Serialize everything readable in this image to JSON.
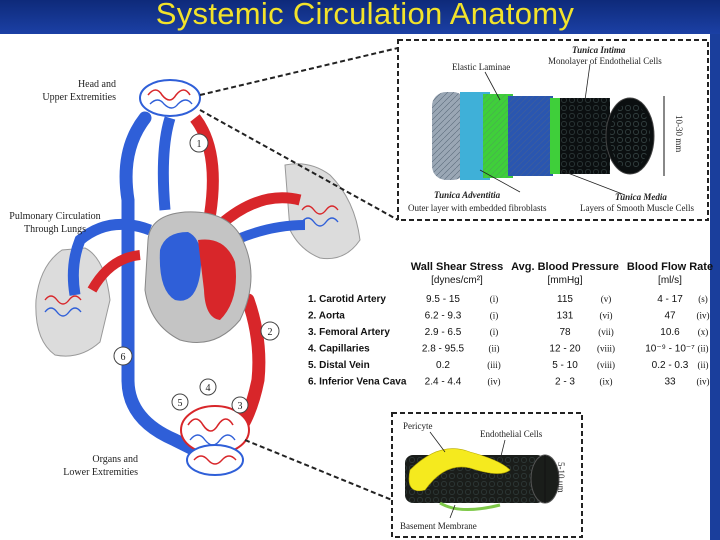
{
  "title": "Systemic Circulation Anatomy",
  "diagram_labels": {
    "head": [
      "Head and",
      "Upper Extremities"
    ],
    "pulmonary": [
      "Pulmonary Circulation",
      "Through Lungs"
    ],
    "organs": [
      "Organs and",
      "Lower Extremities"
    ],
    "markers": [
      "1",
      "2",
      "3",
      "4",
      "5",
      "6"
    ]
  },
  "artery_inset": {
    "elastic_laminae": "Elastic Laminae",
    "tunica_intima": "Tunica Intima",
    "intima_desc": "Monolayer of Endothelial Cells",
    "tunica_adventitia": "Tunica Adventitia",
    "adventitia_desc": "Outer layer with embedded fibroblasts",
    "tunica_media": "Tunica Media",
    "media_desc": "Layers of Smooth Muscle Cells",
    "scale": "10-30 mm"
  },
  "capillary_inset": {
    "pericyte": "Pericyte",
    "endothelial": "Endothelial Cells",
    "basement": "Basement Membrane",
    "scale": "5-10 μm"
  },
  "table": {
    "headers": [
      {
        "title": "Wall Shear Stress",
        "unit": "[dynes/cm²]"
      },
      {
        "title": "Avg. Blood Pressure",
        "unit": "[mmHg]"
      },
      {
        "title": "Blood Flow Rate",
        "unit": "[ml/s]"
      }
    ],
    "rows": [
      {
        "vessel": "1. Carotid Artery",
        "wss": "9.5 - 15",
        "wss_ref": "(i)",
        "bp": "115",
        "bp_ref": "(v)",
        "flow": "4 - 17",
        "flow_ref": "(s)"
      },
      {
        "vessel": "2. Aorta",
        "wss": "6.2 - 9.3",
        "wss_ref": "(i)",
        "bp": "131",
        "bp_ref": "(vi)",
        "flow": "47",
        "flow_ref": "(iv)"
      },
      {
        "vessel": "3. Femoral Artery",
        "wss": "2.9 - 6.5",
        "wss_ref": "(i)",
        "bp": "78",
        "bp_ref": "(vii)",
        "flow": "10.6",
        "flow_ref": "(x)"
      },
      {
        "vessel": "4. Capillaries",
        "wss": "2.8 - 95.5",
        "wss_ref": "(ii)",
        "bp": "12 - 20",
        "bp_ref": "(viii)",
        "flow": "10⁻⁹ - 10⁻⁷",
        "flow_ref": "(ii)"
      },
      {
        "vessel": "5. Distal Vein",
        "wss": "0.2",
        "wss_ref": "(iii)",
        "bp": "5 - 10",
        "bp_ref": "(viii)",
        "flow": "0.2 - 0.3",
        "flow_ref": "(ii)"
      },
      {
        "vessel": "6. Inferior Vena Cava",
        "wss": "2.4 - 4.4",
        "wss_ref": "(iv)",
        "bp": "2 - 3",
        "bp_ref": "(ix)",
        "flow": "33",
        "flow_ref": "(iv)"
      }
    ]
  }
}
